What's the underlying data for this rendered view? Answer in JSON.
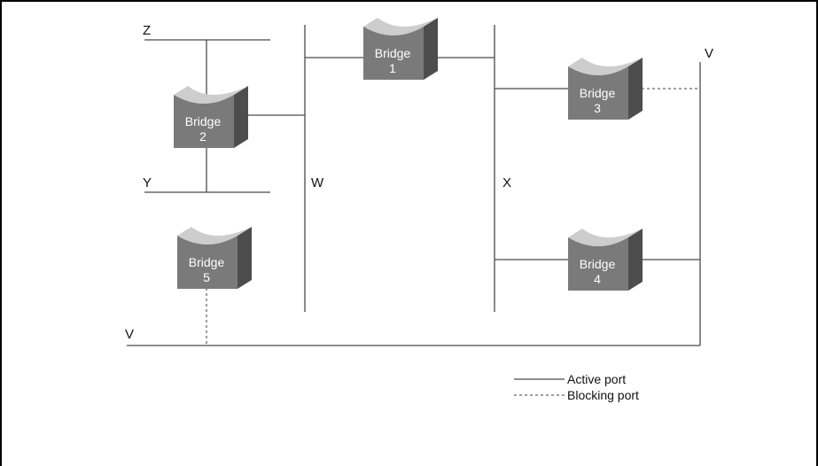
{
  "segments": {
    "z": "Z",
    "y": "Y",
    "w": "W",
    "x": "X",
    "v_right": "V",
    "v_bottom": "V"
  },
  "bridges": [
    {
      "label": "Bridge",
      "number": "1"
    },
    {
      "label": "Bridge",
      "number": "2"
    },
    {
      "label": "Bridge",
      "number": "3"
    },
    {
      "label": "Bridge",
      "number": "4"
    },
    {
      "label": "Bridge",
      "number": "5"
    }
  ],
  "legend": {
    "active": "Active port",
    "blocking": "Blocking port"
  },
  "colors": {
    "line": "#4a4a4a",
    "bridge_front": "#7a7a7a",
    "bridge_side": "#4d4d4d",
    "bridge_top": "#cdcdcd",
    "frame": "#000000"
  }
}
